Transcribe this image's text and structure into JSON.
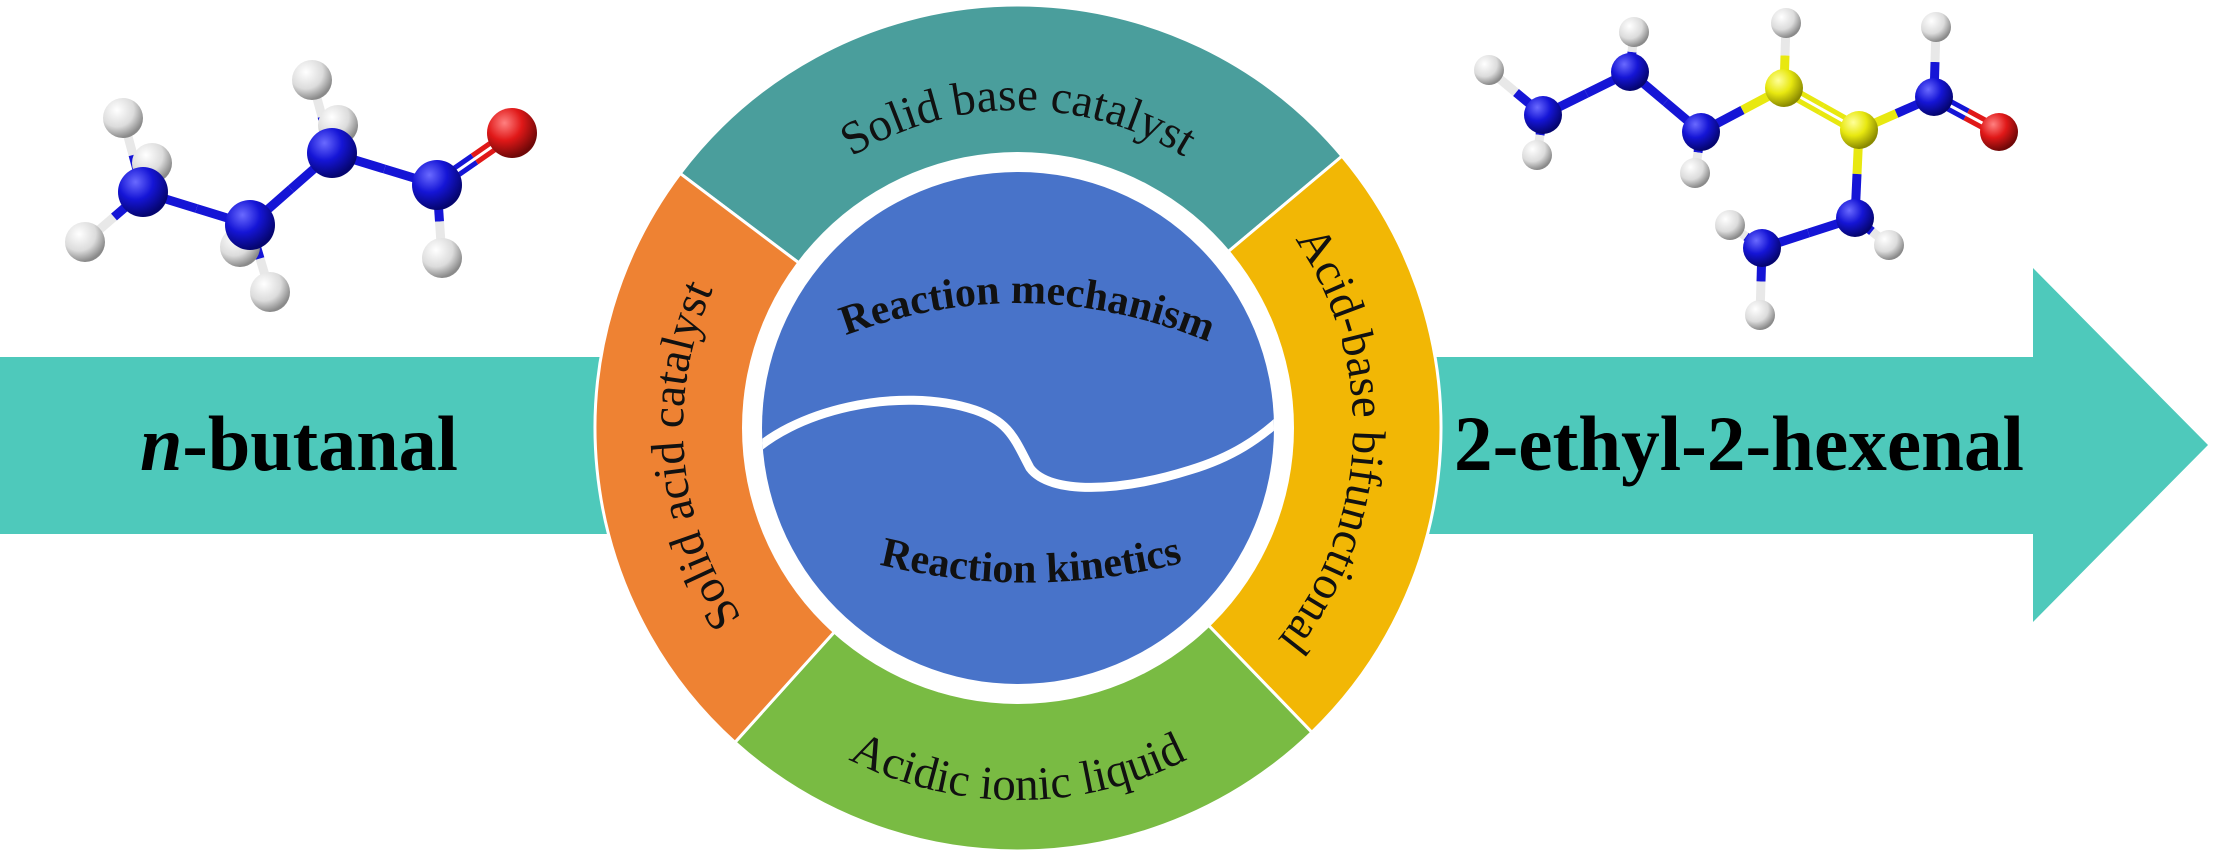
{
  "reactant": {
    "prefix": "n",
    "name": "-butanal"
  },
  "product": {
    "name": "2-ethyl-2-hexenal"
  },
  "ring": {
    "top": "Solid base catalyst",
    "left": "Solid acid catalyst",
    "right": "Acid-base bifunctional",
    "bottom": "Acidic ionic liquid"
  },
  "core": {
    "upper": "Reaction mechanism",
    "lower": "Reaction kinetics"
  },
  "colors": {
    "arrow": "#4ec9bb",
    "top_segment": "#4a9e9c",
    "left_segment": "#ee8233",
    "right_segment": "#f2b705",
    "bottom_segment": "#79bb43",
    "core": "#4873c9",
    "atom_carbon": "#1515d6",
    "atom_oxygen": "#e01818",
    "atom_hydrogen": "#e8e8e8",
    "atom_sulfur": "#e8e810"
  }
}
